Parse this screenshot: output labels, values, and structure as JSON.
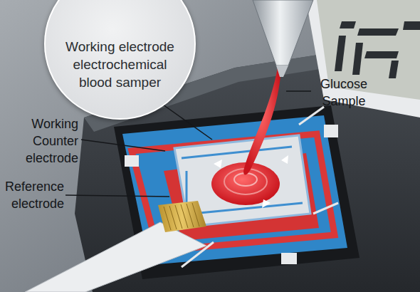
{
  "diagram": {
    "nodes": [
      {
        "text": [
          "Working electrode electrochemical blood samper"
        ]
      }
    ],
    "labels": [
      "Glucose Sample",
      "Working Counter electrode",
      "Reference electrode"
    ]
  }
}
